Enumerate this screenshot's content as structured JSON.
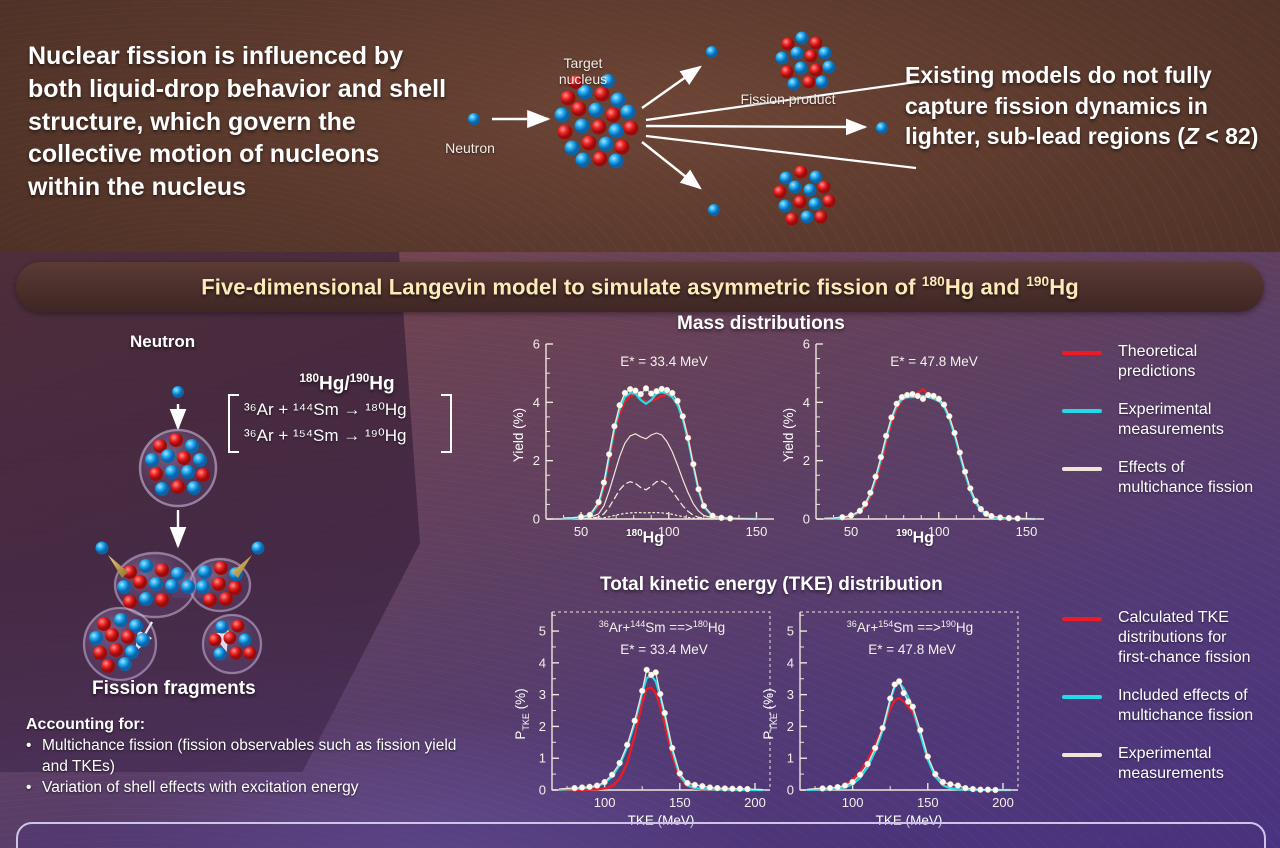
{
  "top": {
    "headline_left": "Nuclear fission is influenced by both liquid-drop behavior and shell structure, which govern the collective motion of nucleons within the nucleus",
    "headline_right_1": "Existing models do not fully capture fission dynamics in lighter, sub-lead regions (",
    "headline_right_z": "Z",
    "headline_right_2": " < 82)",
    "label_neutron": "Neutron",
    "label_target_nucleus": "Target\nnucleus",
    "label_fission_product": "Fission product"
  },
  "banner": {
    "text_before": "Five-dimensional Langevin model to simulate asymmetric fission of ",
    "iso1_sup": "180",
    "iso1": "Hg",
    "text_mid": " and ",
    "iso2_sup": "190",
    "iso2": "Hg"
  },
  "diagram": {
    "label_neutron": "Neutron",
    "label_fission_fragments": "Fission fragments",
    "eq_header_sup1": "180",
    "eq_header_el1": "Hg/",
    "eq_header_sup2": "190",
    "eq_header_el2": "Hg",
    "equation_1": "³⁶Ar + ¹⁴⁴Sm → ¹⁸⁰Hg",
    "equation_2": "³⁶Ar + ¹⁵⁴Sm → ¹⁹⁰Hg",
    "accounting_header": "Accounting for:",
    "accounting_items": [
      "Multichance fission (fission observables such as fission yield and TKEs)",
      "Variation of shell effects with excitation energy"
    ],
    "bullet": "•"
  },
  "sections": {
    "mass_title": "Mass distributions",
    "tke_title": "Total kinetic energy (TKE) distribution"
  },
  "colors": {
    "theoretical_red": "#ee1b24",
    "experimental_cyan": "#22dbe8",
    "multichance_cream": "#f0e6d8"
  },
  "legend_mass": {
    "items": [
      {
        "color": "#ee1b24",
        "label": "Theoretical\npredictions"
      },
      {
        "color": "#22dbe8",
        "label": "Experimental\nmeasurements"
      },
      {
        "color": "#f0e6d8",
        "label": "Effects of\nmultichance fission"
      }
    ]
  },
  "legend_tke": {
    "items": [
      {
        "color": "#ee1b24",
        "label": "Calculated TKE\ndistributions for\nfirst-chance fission"
      },
      {
        "color": "#22dbe8",
        "label": "Included effects of\nmultichance fission"
      },
      {
        "color": "#f0e6d8",
        "label": "Experimental\nmeasurements"
      }
    ]
  },
  "chart_data": [
    {
      "id": "mass_180Hg",
      "type": "line",
      "title": "Mass distributions",
      "annotation": "E* = 33.4 MeV",
      "xlabel": "180Hg",
      "ylabel": "Yield (%)",
      "xlim": [
        30,
        160
      ],
      "ylim": [
        0,
        6
      ],
      "xticks": [
        50,
        100,
        150
      ],
      "yticks": [
        0,
        2,
        4,
        6
      ],
      "grid": false,
      "x": [
        40,
        45,
        50,
        55,
        60,
        63,
        66,
        69,
        72,
        75,
        78,
        81,
        84,
        87,
        90,
        93,
        96,
        99,
        102,
        105,
        108,
        111,
        114,
        117,
        120,
        125,
        130,
        135,
        140,
        150
      ],
      "series": [
        {
          "name": "Theoretical predictions",
          "color": "#ee1b24",
          "style": "solid",
          "values": [
            0.02,
            0.03,
            0.05,
            0.1,
            0.45,
            1.05,
            2.0,
            2.95,
            3.62,
            4.02,
            4.22,
            4.26,
            4.12,
            4.02,
            4.05,
            4.12,
            4.22,
            4.26,
            4.18,
            3.96,
            3.5,
            2.8,
            1.9,
            1.05,
            0.48,
            0.12,
            0.04,
            0.02,
            0.01,
            0.0
          ]
        },
        {
          "name": "Experimental measurements",
          "color": "#22dbe8",
          "style": "solid",
          "values": [
            0.02,
            0.03,
            0.06,
            0.12,
            0.52,
            1.18,
            2.15,
            3.1,
            3.78,
            4.18,
            4.32,
            4.3,
            4.08,
            3.95,
            4.08,
            4.3,
            4.35,
            4.3,
            4.18,
            3.92,
            3.42,
            2.7,
            1.82,
            0.98,
            0.42,
            0.1,
            0.03,
            0.02,
            0.01,
            0.0
          ]
        },
        {
          "name": "Effects of multichance fission (markers)",
          "color": "#f0e6d8",
          "style": "solid-markers",
          "values": [
            0.03,
            0.04,
            0.07,
            0.14,
            0.58,
            1.25,
            2.22,
            3.18,
            3.9,
            4.32,
            4.45,
            4.4,
            4.28,
            4.48,
            4.3,
            4.38,
            4.46,
            4.42,
            4.32,
            4.05,
            3.52,
            2.78,
            1.88,
            1.02,
            0.45,
            0.11,
            0.04,
            0.02,
            0.01,
            0.0
          ]
        },
        {
          "name": "multichance-solid",
          "color": "#f0e6d8",
          "style": "thin-solid",
          "values": [
            0.01,
            0.01,
            0.02,
            0.05,
            0.18,
            0.45,
            0.95,
            1.55,
            2.15,
            2.6,
            2.85,
            2.92,
            2.82,
            2.75,
            2.88,
            2.95,
            2.88,
            2.65,
            2.3,
            1.85,
            1.35,
            0.9,
            0.52,
            0.27,
            0.12,
            0.04,
            0.01,
            0.0,
            0.0,
            0.0
          ]
        },
        {
          "name": "multichance-dashed",
          "color": "#f0e6d8",
          "style": "dashed",
          "values": [
            0.0,
            0.01,
            0.01,
            0.02,
            0.07,
            0.18,
            0.4,
            0.7,
            1.0,
            1.2,
            1.28,
            1.22,
            1.08,
            1.0,
            1.12,
            1.28,
            1.3,
            1.18,
            0.95,
            0.7,
            0.45,
            0.26,
            0.13,
            0.06,
            0.02,
            0.01,
            0.0,
            0.0,
            0.0,
            0.0
          ]
        },
        {
          "name": "multichance-dotted",
          "color": "#f0e6d8",
          "style": "dotted",
          "values": [
            0.0,
            0.0,
            0.01,
            0.01,
            0.02,
            0.04,
            0.08,
            0.12,
            0.16,
            0.19,
            0.21,
            0.22,
            0.22,
            0.21,
            0.22,
            0.22,
            0.21,
            0.19,
            0.16,
            0.12,
            0.08,
            0.05,
            0.03,
            0.01,
            0.01,
            0.0,
            0.0,
            0.0,
            0.0,
            0.0
          ]
        }
      ]
    },
    {
      "id": "mass_190Hg",
      "type": "line",
      "annotation": "E* = 47.8 MeV",
      "xlabel": "190Hg",
      "ylabel": "Yield (%)",
      "xlim": [
        30,
        160
      ],
      "ylim": [
        0,
        6
      ],
      "xticks": [
        50,
        100,
        150
      ],
      "yticks": [
        0,
        2,
        4,
        6
      ],
      "grid": false,
      "x": [
        35,
        40,
        45,
        50,
        55,
        58,
        61,
        64,
        67,
        70,
        73,
        76,
        79,
        82,
        85,
        88,
        91,
        94,
        97,
        100,
        103,
        106,
        109,
        112,
        115,
        118,
        121,
        124,
        127,
        130,
        135,
        140,
        145,
        150,
        155
      ],
      "series": [
        {
          "name": "Theoretical predictions",
          "color": "#ee1b24",
          "style": "solid",
          "values": [
            0.01,
            0.02,
            0.04,
            0.09,
            0.22,
            0.42,
            0.75,
            1.25,
            1.9,
            2.62,
            3.28,
            3.78,
            4.05,
            4.18,
            4.22,
            4.32,
            4.45,
            4.25,
            4.18,
            4.12,
            3.92,
            3.52,
            2.95,
            2.25,
            1.58,
            1.0,
            0.58,
            0.3,
            0.15,
            0.07,
            0.03,
            0.01,
            0.01,
            0.0,
            0.0
          ]
        },
        {
          "name": "Experimental measurements",
          "color": "#22dbe8",
          "style": "solid",
          "values": [
            0.01,
            0.02,
            0.05,
            0.1,
            0.25,
            0.48,
            0.85,
            1.38,
            2.05,
            2.78,
            3.42,
            3.88,
            4.1,
            4.18,
            4.18,
            4.2,
            4.22,
            4.18,
            4.12,
            4.05,
            3.85,
            3.45,
            2.88,
            2.2,
            1.55,
            0.98,
            0.56,
            0.29,
            0.14,
            0.07,
            0.02,
            0.01,
            0.0,
            0.0,
            0.0
          ]
        },
        {
          "name": "Experimental markers",
          "color": "#f0e6d8",
          "style": "solid-markers",
          "values": [
            0.02,
            0.03,
            0.06,
            0.12,
            0.28,
            0.52,
            0.9,
            1.45,
            2.12,
            2.85,
            3.48,
            3.95,
            4.18,
            4.25,
            4.28,
            4.22,
            4.12,
            4.25,
            4.22,
            4.12,
            3.92,
            3.52,
            2.95,
            2.28,
            1.62,
            1.05,
            0.62,
            0.34,
            0.18,
            0.1,
            0.05,
            0.03,
            0.02,
            0.01,
            0.0
          ]
        }
      ]
    },
    {
      "id": "tke_180Hg",
      "type": "line",
      "title": "Total kinetic energy (TKE) distribution",
      "annotation_reaction": "36Ar+144Sm ==>180Hg",
      "annotation_energy": "E* = 33.4 MeV",
      "xlabel": "TKE (MeV)",
      "ylabel": "P_TKE (%)",
      "xlim": [
        65,
        210
      ],
      "ylim": [
        0,
        5.6
      ],
      "xticks": [
        100,
        150,
        200
      ],
      "yticks": [
        0,
        1,
        2,
        3,
        4,
        5
      ],
      "grid": false,
      "x": [
        70,
        75,
        80,
        85,
        90,
        95,
        100,
        105,
        110,
        115,
        120,
        125,
        128,
        131,
        134,
        137,
        140,
        145,
        150,
        155,
        160,
        165,
        170,
        175,
        180,
        185,
        190,
        195,
        200,
        205
      ],
      "series": [
        {
          "name": "Calculated first-chance (red)",
          "color": "#ee1b24",
          "style": "solid",
          "values": [
            0.0,
            0.0,
            0.0,
            0.0,
            0.01,
            0.02,
            0.05,
            0.12,
            0.35,
            0.85,
            1.7,
            2.75,
            3.18,
            3.22,
            3.05,
            2.62,
            2.05,
            1.05,
            0.38,
            0.12,
            0.04,
            0.02,
            0.01,
            0.01,
            0.0,
            0.0,
            0.0,
            0.0,
            0.0,
            0.0
          ]
        },
        {
          "name": "Included multichance (cyan)",
          "color": "#22dbe8",
          "style": "solid",
          "values": [
            0.01,
            0.02,
            0.03,
            0.05,
            0.08,
            0.12,
            0.22,
            0.42,
            0.78,
            1.35,
            2.1,
            3.05,
            3.52,
            3.6,
            3.42,
            2.95,
            2.35,
            1.25,
            0.45,
            0.15,
            0.06,
            0.03,
            0.02,
            0.01,
            0.01,
            0.0,
            0.0,
            0.0,
            0.0,
            0.0
          ]
        },
        {
          "name": "Experimental (cream markers)",
          "color": "#f0e6d8",
          "style": "solid-markers",
          "values": [
            0.03,
            0.05,
            0.06,
            0.08,
            0.1,
            0.14,
            0.25,
            0.48,
            0.85,
            1.42,
            2.18,
            3.12,
            3.78,
            3.62,
            3.7,
            3.02,
            2.42,
            1.32,
            0.52,
            0.22,
            0.16,
            0.12,
            0.08,
            0.06,
            0.05,
            0.04,
            0.04,
            0.03,
            0.02,
            0.01
          ]
        }
      ]
    },
    {
      "id": "tke_190Hg",
      "type": "line",
      "annotation_reaction": "36Ar+154Sm ==>190Hg",
      "annotation_energy": "E* = 47.8 MeV",
      "xlabel": "TKE (MeV)",
      "ylabel": "P_TKE (%)",
      "xlim": [
        65,
        210
      ],
      "ylim": [
        0,
        5.6
      ],
      "xticks": [
        100,
        150,
        200
      ],
      "yticks": [
        0,
        1,
        2,
        3,
        4,
        5
      ],
      "grid": false,
      "x": [
        70,
        75,
        80,
        85,
        90,
        95,
        100,
        105,
        110,
        115,
        120,
        125,
        128,
        131,
        134,
        137,
        140,
        145,
        150,
        155,
        160,
        165,
        170,
        175,
        180,
        185,
        190,
        195,
        200,
        205
      ],
      "series": [
        {
          "name": "Calculated first-chance (red)",
          "color": "#ee1b24",
          "style": "solid",
          "values": [
            0.0,
            0.01,
            0.02,
            0.04,
            0.08,
            0.16,
            0.32,
            0.58,
            0.95,
            1.42,
            1.95,
            2.55,
            2.82,
            2.9,
            2.78,
            2.62,
            2.45,
            1.75,
            1.0,
            0.45,
            0.18,
            0.07,
            0.03,
            0.01,
            0.01,
            0.0,
            0.0,
            0.0,
            0.0,
            0.0
          ]
        },
        {
          "name": "Included multichance (cyan)",
          "color": "#22dbe8",
          "style": "solid",
          "values": [
            0.0,
            0.01,
            0.01,
            0.02,
            0.04,
            0.08,
            0.18,
            0.38,
            0.72,
            1.22,
            1.88,
            2.82,
            3.25,
            3.38,
            3.2,
            2.92,
            2.58,
            1.75,
            0.95,
            0.42,
            0.15,
            0.05,
            0.02,
            0.01,
            0.0,
            0.0,
            0.0,
            0.0,
            0.0,
            0.0
          ]
        },
        {
          "name": "Experimental (cream markers)",
          "color": "#f0e6d8",
          "style": "solid-markers",
          "values": [
            0.02,
            0.04,
            0.05,
            0.06,
            0.09,
            0.14,
            0.25,
            0.48,
            0.82,
            1.32,
            1.95,
            2.88,
            3.32,
            3.42,
            3.05,
            2.78,
            2.62,
            1.88,
            1.05,
            0.5,
            0.25,
            0.18,
            0.14,
            0.06,
            0.03,
            0.01,
            0.01,
            0.0,
            0.0,
            0.0
          ]
        }
      ]
    }
  ]
}
